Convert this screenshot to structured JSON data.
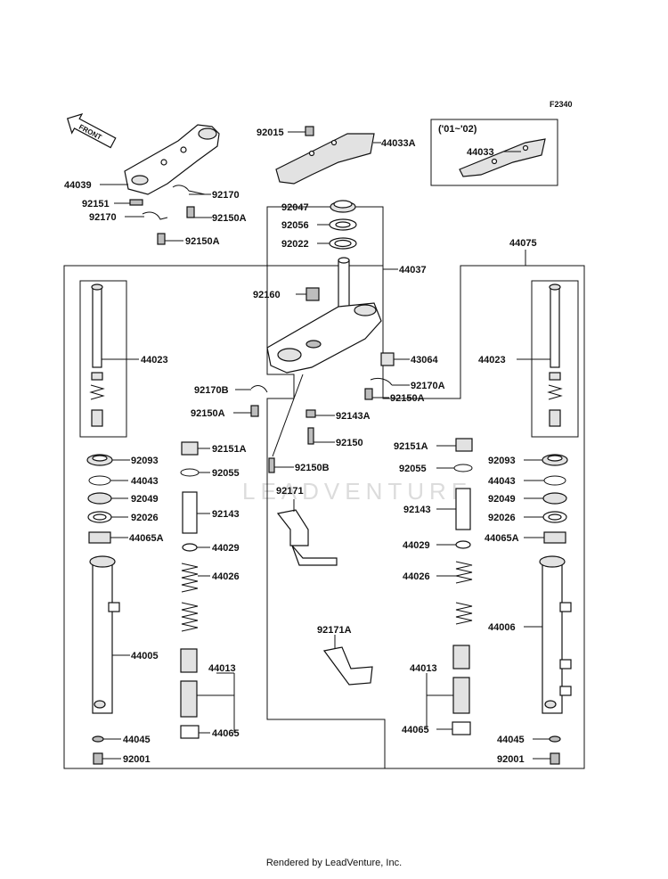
{
  "figure_code": "F2340",
  "footer": "Rendered by LeadVenture, Inc.",
  "watermark": "LEADVENTURE",
  "front_arrow": "FRONT",
  "inset_years": "('01~'02)",
  "labels": {
    "l_44033A": "44033A",
    "l_92015": "92015",
    "l_44033": "44033",
    "l_44039": "44039",
    "l_92151": "92151",
    "l_92170_top1": "92170",
    "l_92170_top2": "92170",
    "l_92150A_top1": "92150A",
    "l_92150A_top2": "92150A",
    "l_92047": "92047",
    "l_92056": "92056",
    "l_92022": "92022",
    "l_44037": "44037",
    "l_44075": "44075",
    "l_92160": "92160",
    "l_43064": "43064",
    "l_92170A": "92170A",
    "l_92170B": "92170B",
    "l_92150A_mid_l": "92150A",
    "l_92150A_mid_r": "92150A",
    "l_92143A": "92143A",
    "l_92150": "92150",
    "l_92150B": "92150B",
    "l_92171": "92171",
    "l_92171A": "92171A",
    "l_44023_l": "44023",
    "l_44023_r": "44023",
    "l_92093_l": "92093",
    "l_92093_r": "92093",
    "l_44043_l": "44043",
    "l_44043_r": "44043",
    "l_92049_l": "92049",
    "l_92049_r": "92049",
    "l_92026_l": "92026",
    "l_92026_r": "92026",
    "l_44065A_l": "44065A",
    "l_44065A_r": "44065A",
    "l_44005": "44005",
    "l_44006": "44006",
    "l_44045_l": "44045",
    "l_44045_r": "44045",
    "l_92001_l": "92001",
    "l_92001_r": "92001",
    "l_92151A_l": "92151A",
    "l_92151A_r": "92151A",
    "l_92055_l": "92055",
    "l_92055_r": "92055",
    "l_92143_l": "92143",
    "l_92143_r": "92143",
    "l_44029_l": "44029",
    "l_44029_r": "44029",
    "l_44026_l": "44026",
    "l_44026_r": "44026",
    "l_44013_l": "44013",
    "l_44013_r": "44013",
    "l_44065_l": "44065",
    "l_44065_r": "44065"
  }
}
